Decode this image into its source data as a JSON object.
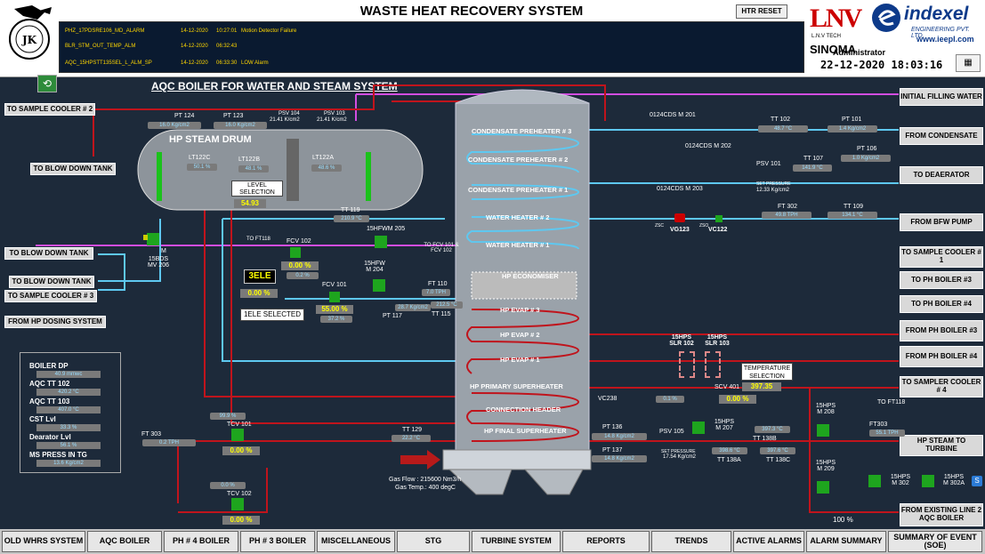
{
  "header": {
    "title": "WASTE HEAT RECOVERY SYSTEM",
    "htr_reset": "HTR RESET",
    "user": "Administrator",
    "datetime": "22-12-2020  18:03:16",
    "indexel_brand": "indexel",
    "indexel_sub": "ENGINEERING PVT. LTD.",
    "indexel_url": "www.ieepl.com",
    "lnv_brand": "LNV",
    "lnv_sub": "L.N.V TECH",
    "sinoma": "SINOMA"
  },
  "alarms": [
    {
      "tag": "PHZ_17PDSRE106_MD_ALARM",
      "date": "14-12-2020",
      "time": "10:27:01",
      "msg": "Motion Detector Failure"
    },
    {
      "tag": "BLR_STM_OUT_TEMP_ALM",
      "date": "14-12-2020",
      "time": "06:32:43",
      "msg": ""
    },
    {
      "tag": "AQC_15HPSTT135SEL_L_ALM_SP",
      "date": "14-12-2020",
      "time": "06:33:30",
      "msg": "LOW Alarm"
    }
  ],
  "page": {
    "subtitle": "AQC BOILER FOR WATER AND STEAM SYSTEM"
  },
  "left_boxes": {
    "sample1": "TO SAMPLE COOLER # 2",
    "blow1": "TO BLOW DOWN TANK",
    "blow2": "TO BLOW DOWN TANK",
    "blow3": "TO BLOW DOWN TANK",
    "sample3": "TO SAMPLE COOLER # 3",
    "dosing": "FROM HP DOSING SYSTEM"
  },
  "right_boxes": {
    "fill": "INITIAL FILLING WATER",
    "condensate": "FROM CONDENSATE",
    "deaerator": "TO DEAERATOR",
    "bfw": "FROM BFW PUMP",
    "sample1": "TO SAMPLE COOLER # 1",
    "ph3": "TO PH BOILER #3",
    "ph4": "TO PH BOILER #4",
    "from_ph3": "FROM PH BOILER #3",
    "from_ph4": "FROM PH BOILER #4",
    "sample4": "TO SAMPLER COOLER # 4",
    "turbine": "HP STEAM TO TURBINE",
    "existing": "FROM EXISTING LINE 2 AQC BOILER"
  },
  "drum": {
    "title": "HP STEAM DRUM",
    "lt122c": "LT122C",
    "lt122c_val": "50.1 %",
    "lt122b": "LT122B",
    "lt122b_val": "48.1 %",
    "lt122a": "LT122A",
    "lt122a_val": "48.6 %",
    "level_sel": "LEVEL SELECTION",
    "level_val": "54.93"
  },
  "tags": {
    "pt124": "PT 124",
    "pt124_val": "16.0 Kg/cm2",
    "pt123": "PT 123",
    "pt123_val": "16.0 Kg/cm2",
    "psv104": "PSV 104",
    "psv104_val": "21.41 K/cm2",
    "psv103": "PSV 103",
    "psv103_val": "21.41 K/cm2",
    "tt119": "TT 119",
    "tt119_val": "210.9 °C",
    "to_ft118": "TO FT118",
    "fcv102": "FCV 102",
    "fcv102_val": "0.00 %",
    "fcv102_sub": "0.2 %",
    "fcv101": "FCV 101",
    "fcv101_val": "55.00 %",
    "fcv101_sub": "37.2 %",
    "hfwm205": "15HFWM 205",
    "hfw204": "15HFW M 204",
    "pt117": "PT 117",
    "pt117_val": "28.7 Kg/cm2",
    "tt115": "TT 115",
    "tt115_val": "212.5 °C",
    "to_fcv": "TO FCV 101 & FCV 102",
    "ft110": "FT 110",
    "ft110_val": "7.0 TPH",
    "bds": "15BDS MV 206",
    "mode": "3ELE",
    "mode_val": "0.00 %",
    "mode_selected": "1ELE SELECTED",
    "cds201": "0124CDS M 201",
    "cds202": "0124CDS M 202",
    "cds203": "0124CDS M 203",
    "tt102": "TT 102",
    "tt102_val": "48.7 °C",
    "pt101": "PT 101",
    "pt101_val": "1.4 Kg/cm2",
    "pt106": "PT 106",
    "pt106_val": "1.0 Kg/cm2",
    "tt107": "TT 107",
    "tt107_val": "141.9 °C",
    "psv101": "PSV 101",
    "set_pressure": "SET PRESSURE",
    "psv101_set": "12.33 Kg/cm2",
    "ft302": "FT 302",
    "ft302_val": "49.8 TPH",
    "tt109": "TT 109",
    "tt109_val": "134.1 °C",
    "vg123": "VG123",
    "vc122": "VC122",
    "zsc": "ZSC",
    "zso": "ZSO",
    "vc238": "VC238",
    "vc238_val": "0.1 %",
    "pt136": "PT 136",
    "pt136_val": "14.8 Kg/cm2",
    "pt137": "PT 137",
    "pt137_val": "14.8 Kg/cm2",
    "tt129": "TT 129",
    "tt129_val": "22.2 °C",
    "ft303_left": "FT 303",
    "ft303_left_val": "0.2 TPH",
    "tcv101": "TCV 101",
    "tcv101_top": "99.9 %",
    "tcv101_val": "0.00 %",
    "tcv102": "TCV 102",
    "tcv102_top": "0.0 %",
    "tcv102_val": "0.00 %",
    "gas_flow": "Gas Flow : 215600 Nm3/h",
    "gas_temp": "Gas Temp.: 400 degC",
    "slr102": "15HPS SLR 102",
    "slr103": "15HPS SLR 103",
    "temp_sel": "TEMPERATURE SELECTION",
    "temp_sel_val": "397.35",
    "scv401": "SCV 401",
    "scv401_val": "0.00 %",
    "psv105": "PSV 105",
    "psv105_set": "17.54 Kg/cm2",
    "tt138a": "TT 138A",
    "tt138a_val": "398.6 °C",
    "tt138b": "TT 138B",
    "tt138b_val": "397.3 °C",
    "tt138c": "TT 138C",
    "tt138c_val": "397.6 °C",
    "m207": "15HPS M 207",
    "m208": "15HPS M 208",
    "m209": "15HPS M 209",
    "m302": "15HPS M 302",
    "m302a": "15HPS M 302A",
    "ft303_right": "FT303",
    "ft303_right_val": "55.1 TPH",
    "to_ft118_r": "TO FT118",
    "pct100": "100 %"
  },
  "hx": {
    "cond3": "CONDENSATE PREHEATER # 3",
    "cond2": "CONDENSATE PREHEATER # 2",
    "cond1": "CONDENSATE PREHEATER # 1",
    "wh2": "WATER HEATER # 2",
    "wh1": "WATER HEATER # 1",
    "econ": "HP ECONOMISER",
    "evap3": "HP EVAP # 3",
    "evap2": "HP EVAP # 2",
    "evap1": "HP EVAP # 1",
    "primary": "HP PRIMARY SUPERHEATER",
    "conn": "CONNECTION HEADER",
    "final": "HP FINAL SUPERHEATER"
  },
  "params": {
    "boiler_dp": "BOILER DP",
    "boiler_dp_val": "40.9 mmwc",
    "tt102": "AQC TT 102",
    "tt102_val": "420.2 °C",
    "tt103": "AQC TT 103",
    "tt103_val": "407.0 °C",
    "cst": "CST Lvl",
    "cst_val": "33.3 %",
    "dearator": "Dearator Lvl",
    "dearator_val": "56.1 %",
    "ms": "MS PRESS IN TG",
    "ms_val": "13.6 Kg/cm2"
  },
  "nav": [
    "OLD WHRS SYSTEM",
    "AQC BOILER",
    "PH # 4 BOILER",
    "PH # 3 BOILER",
    "MISCELLANEOUS",
    "STG",
    "TURBINE SYSTEM",
    "REPORTS",
    "TRENDS",
    "ACTIVE ALARMS",
    "ALARM SUMMARY",
    "SUMMARY OF EVENT (SOE)"
  ],
  "colors": {
    "pipe_red": "#c0141c",
    "pipe_blue": "#5ec8f0",
    "pipe_magenta": "#d24de0",
    "background": "#1d2a3a"
  }
}
